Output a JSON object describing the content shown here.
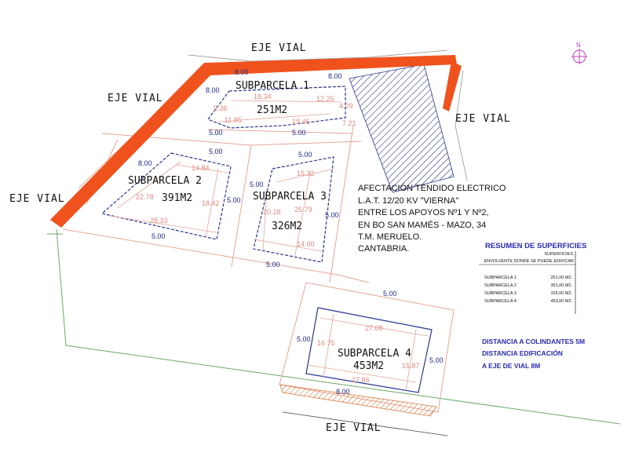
{
  "north": {
    "label": "N"
  },
  "roads": {
    "top": "EJE VIAL",
    "upper_left": "EJE VIAL",
    "right": "EJE VIAL",
    "left": "EJE VIAL",
    "bottom": "EJE VIAL"
  },
  "subparcels": [
    {
      "name": "SUBPARCELA 1",
      "area": "251M2"
    },
    {
      "name": "SUBPARCELA 2",
      "area": "391M2"
    },
    {
      "name": "SUBPARCELA 3",
      "area": "326M2"
    },
    {
      "name": "SUBPARCELA 4",
      "area": "453M2"
    }
  ],
  "setbacks": [
    "8.00",
    "8.00",
    "8.00",
    "5.00",
    "5.00",
    "8.00",
    "5.00",
    "5.00",
    "5.00",
    "5.00",
    "5.00",
    "5.00",
    "5.00",
    "5.00",
    "5.00",
    "5.00",
    "8.00"
  ],
  "dimensions": [
    "18.34",
    "12.25",
    "4.29",
    "9.36",
    "11.85",
    "19.46",
    "7.21",
    "14.84",
    "22.78",
    "18.42",
    "28.33",
    "15.32",
    "20.18",
    "25.79",
    "14.00",
    "27.68",
    "16.75",
    "15.87",
    "27.86"
  ],
  "electric_note": [
    "AFECTACIÓN TENDIDO ELECTRICO",
    "L.A.T. 12/20 KV \"VIERNA\"",
    "ENTRE LOS APOYOS Nº1 Y Nº2,",
    "EN BO SAN MAMÉS - MAZO, 34",
    "T.M. MERUELO.",
    "CANTABRIA."
  ],
  "summary": {
    "title": "RESUMEN DE SUPERFICIES",
    "header_1": "SUPERFICIES",
    "header_2": "ENVOLVENTE DONDE SE PUEDE EDIFICAR",
    "rows": [
      {
        "name": "SUBPARCELA 1",
        "value": "251,00 M2."
      },
      {
        "name": "SUBPARCELA 2",
        "value": "391,00 M2."
      },
      {
        "name": "SUBPARCELA 3",
        "value": "326,00 M2."
      },
      {
        "name": "SUBPARCELA 4",
        "value": "453,00 M2."
      }
    ]
  },
  "distances": [
    "DISTANCIA A COLINDANTES 5M",
    "DISTANCIA EDIFICACIÓN",
    "A EJE DE VIAL 8M"
  ],
  "colors": {
    "road": "#f0521e",
    "hatch": "#2a3590",
    "parcel": "#e6a59a",
    "boundary": "#6aa86a",
    "accent": "#2a2ab0"
  }
}
